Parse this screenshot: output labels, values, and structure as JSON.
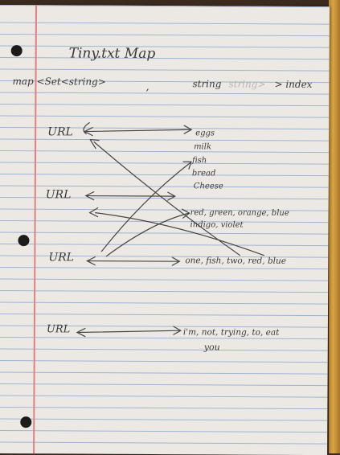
{
  "title": "Tiny.txt    Map",
  "signature": {
    "left": "map <Set<string>",
    "comma": ",",
    "right": "string",
    "faint": "string>",
    "end": "> index"
  },
  "keys": [
    "URL",
    "URL",
    "URL",
    "URL"
  ],
  "values": {
    "list1": [
      "eggs",
      "milk",
      "fish",
      "bread",
      "Cheese"
    ],
    "colors_line1": "red, green, orange, blue",
    "colors_line2": "indigo, violet",
    "line_one_fish": "one, fish, two, red, blue",
    "line_im_not": "i'm, not, trying, to, eat",
    "line_you": "you"
  },
  "colors": {
    "ink": "#454545",
    "paper": "#ece9e4",
    "rule": "#9fb3cf",
    "margin": "#e08080"
  }
}
